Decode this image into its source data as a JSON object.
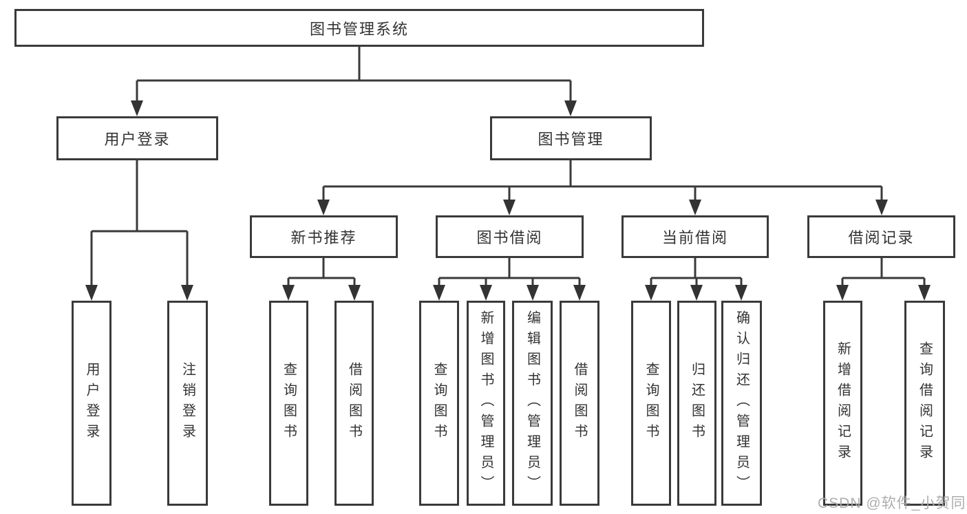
{
  "colors": {
    "line": "#3a3a3a",
    "text": "#333333",
    "watermark": "#aaaaaa",
    "background": "#ffffff"
  },
  "diagram": {
    "title_node": {
      "label": "图书管理系统"
    },
    "level2": [
      {
        "label": "用户登录"
      },
      {
        "label": "图书管理"
      }
    ],
    "level3": [
      {
        "label": "新书推荐",
        "parent": "图书管理"
      },
      {
        "label": "图书借阅",
        "parent": "图书管理"
      },
      {
        "label": "当前借阅",
        "parent": "图书管理"
      },
      {
        "label": "借阅记录",
        "parent": "图书管理"
      }
    ],
    "leaves": [
      {
        "label": "用户登录",
        "parent": "用户登录"
      },
      {
        "label": "注销登录",
        "parent": "用户登录"
      },
      {
        "label": "查询图书",
        "parent": "新书推荐"
      },
      {
        "label": "借阅图书",
        "parent": "新书推荐"
      },
      {
        "label": "查询图书",
        "parent": "图书借阅"
      },
      {
        "label": "新增图书（管理员）",
        "parent": "图书借阅"
      },
      {
        "label": "编辑图书（管理员）",
        "parent": "图书借阅"
      },
      {
        "label": "借阅图书",
        "parent": "图书借阅"
      },
      {
        "label": "查询图书",
        "parent": "当前借阅"
      },
      {
        "label": "归还图书",
        "parent": "当前借阅"
      },
      {
        "label": "确认归还（管理员）",
        "parent": "当前借阅"
      },
      {
        "label": "新增借阅记录",
        "parent": "借阅记录"
      },
      {
        "label": "查询借阅记录",
        "parent": "借阅记录"
      }
    ]
  },
  "watermark": {
    "text": "CSDN @软件_小贺同学"
  }
}
